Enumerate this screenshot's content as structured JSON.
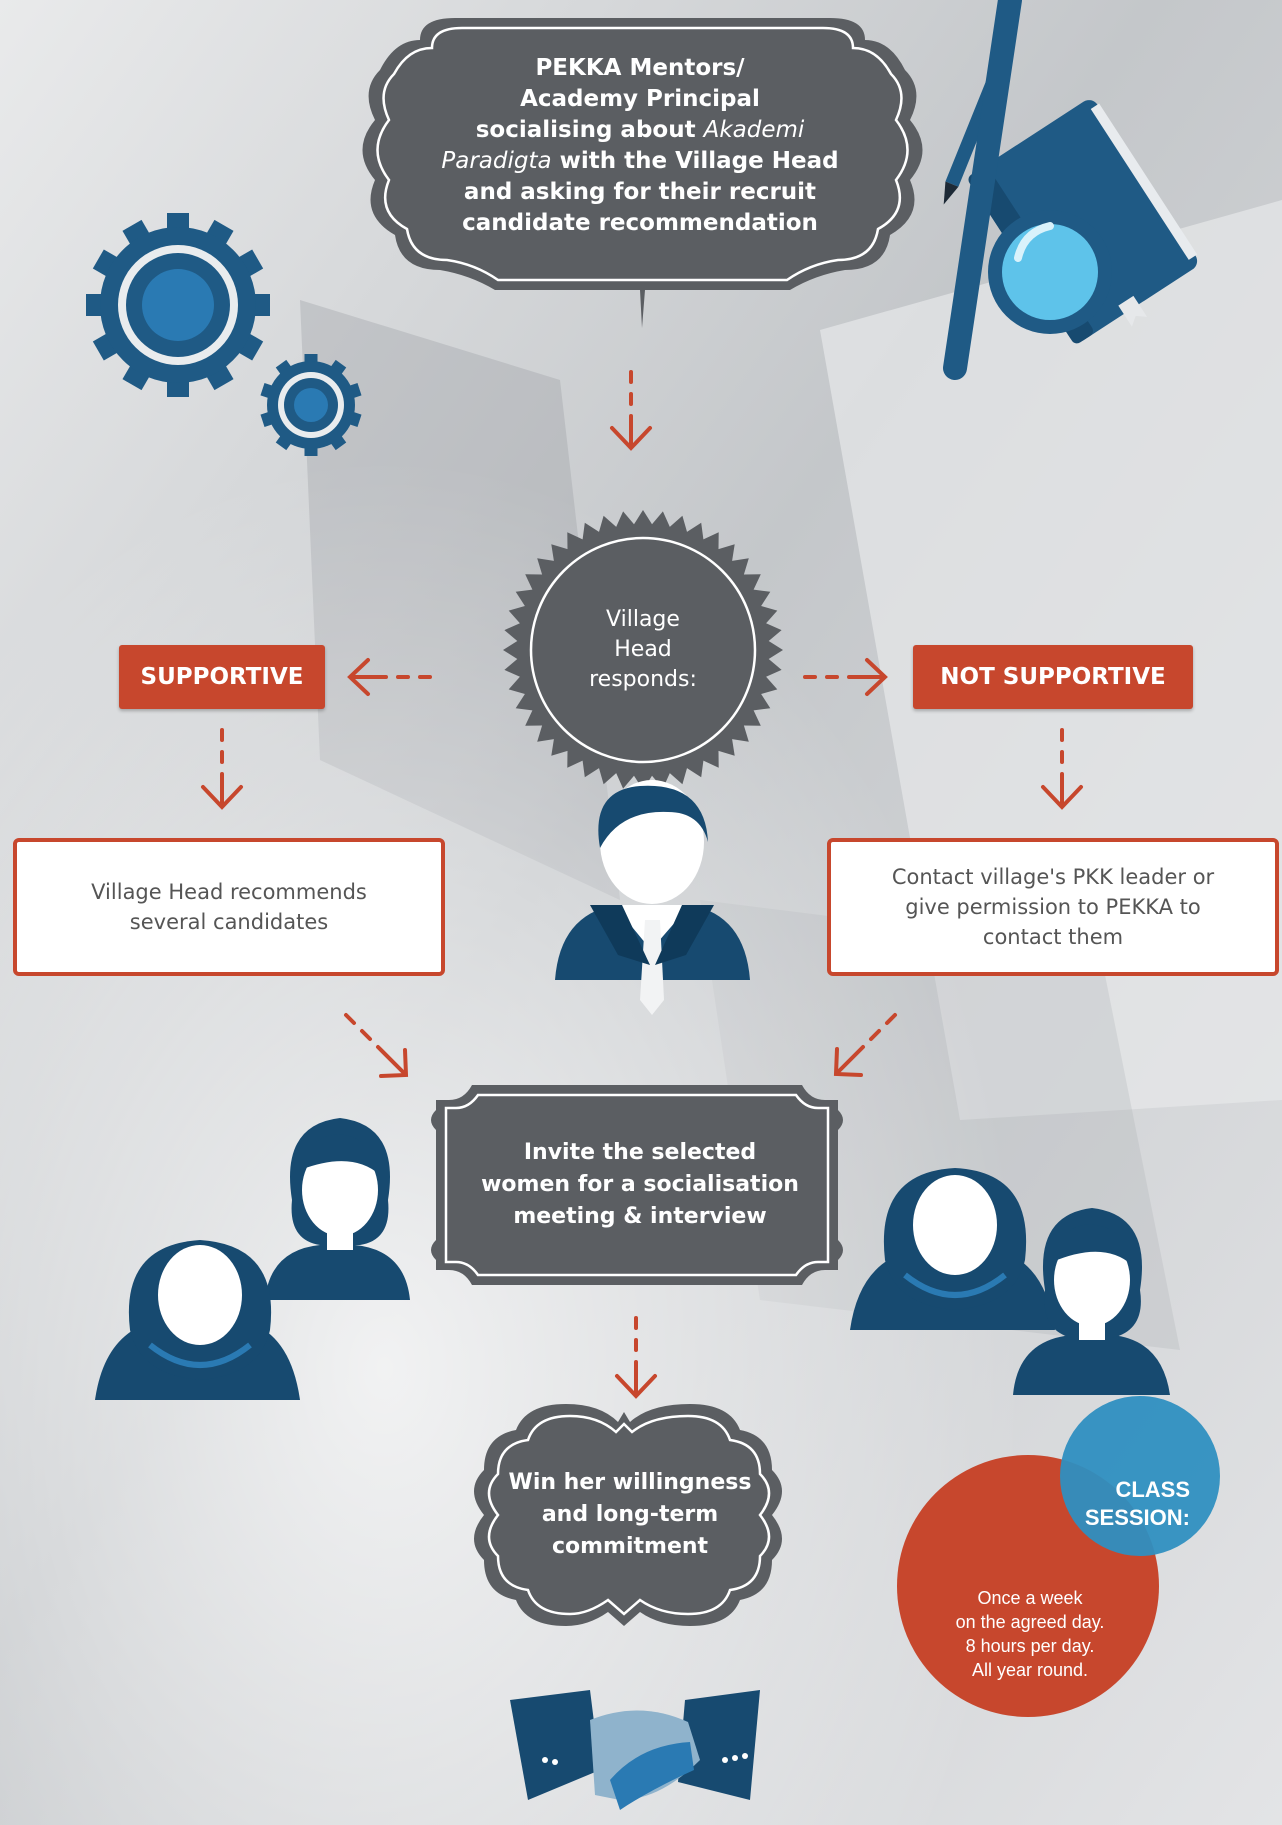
{
  "colors": {
    "shape_dark": "#5b5e62",
    "accent_red": "#c7472d",
    "icon_blue": "#1f5a85",
    "icon_dark": "#0f3a5a",
    "light_blue": "#2f8fc0"
  },
  "start_node": {
    "lines": [
      "PEKKA Mentors/",
      "Academy Principal",
      "socialising about",
      "with the Village Head",
      "and asking for their recruit",
      "candidate recommendation"
    ],
    "italic_term": "Akademi",
    "italic_term_2": "Paradigta"
  },
  "decision_node": {
    "lines": [
      "Village",
      "Head",
      "responds:"
    ]
  },
  "branches": {
    "left_label": "SUPPORTIVE",
    "right_label": "NOT SUPPORTIVE",
    "left_result": [
      "Village Head recommends",
      "several candidates"
    ],
    "right_result": [
      "Contact village's PKK leader or",
      "give permission to PEKKA to",
      "contact them"
    ]
  },
  "invite_node": {
    "lines": [
      "Invite the selected",
      "women for a socialisation",
      "meeting & interview"
    ]
  },
  "final_node": {
    "lines": [
      "Win her willingness",
      "and long-term",
      "commitment"
    ]
  },
  "class_session": {
    "title": [
      "CLASS",
      "SESSION:"
    ],
    "body": [
      "Once a week",
      "on the agreed day.",
      "8 hours per day.",
      "All year round."
    ]
  },
  "icons": [
    "gears-icon",
    "notebook-pencil-icon",
    "magnifier-icon",
    "village-head-avatar-icon",
    "woman-hijab-icon",
    "woman-icon",
    "handshake-icon"
  ]
}
